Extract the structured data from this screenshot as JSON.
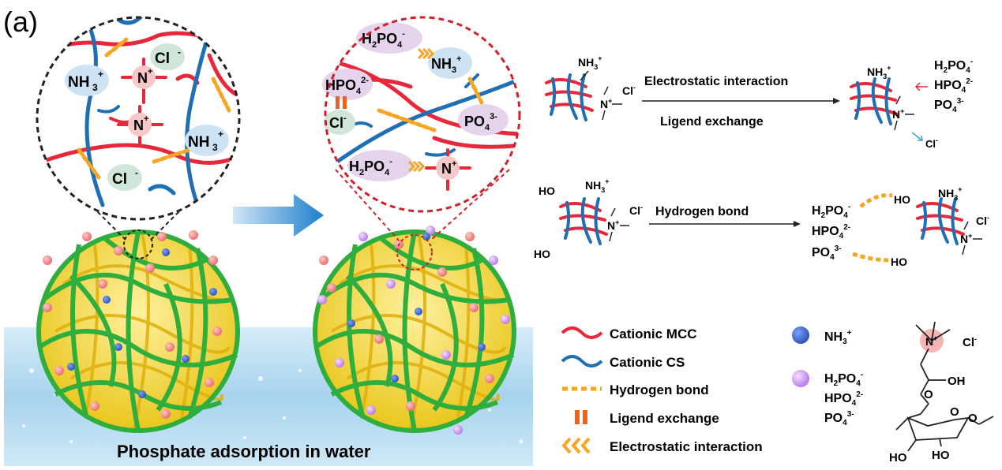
{
  "panel_label": "(a)",
  "caption": "Phosphate adsorption in water",
  "zoom_left": {
    "chloride_top": "Cl",
    "chloride_bottom": "Cl",
    "ammonium_left": "NH",
    "ammonium_right": "NH",
    "quat_top": "N",
    "quat_mid": "N"
  },
  "zoom_right": {
    "h2po4_top": "H",
    "ammonium": "NH",
    "hpo4": "HPO",
    "chloride": "Cl",
    "po4": "PO",
    "h2po4_bottom": "H",
    "quat": "N"
  },
  "mechanisms": {
    "electrostatic": "Electrostatic interaction",
    "ligand": "Ligend exchange",
    "hbond": "Hydrogen bond"
  },
  "ions": {
    "h2po4": "H",
    "hpo4": "HPO",
    "po4": "PO",
    "cl": "Cl",
    "nh3": "NH",
    "ho": "HO"
  },
  "legend": {
    "items": [
      {
        "label": "Cationic MCC",
        "color": "#e8283a"
      },
      {
        "label": "Cationic CS",
        "color": "#1f6fb5"
      },
      {
        "label": "Hydrogen bond",
        "color": "#f5a623"
      },
      {
        "label": "Ligend exchange",
        "color": "#e8632a"
      },
      {
        "label": "Electrostatic interaction",
        "color": "#f5a623"
      }
    ],
    "nh3_label": "NH",
    "phosphate_labels": [
      "H",
      "HPO",
      "PO"
    ]
  },
  "structure": {
    "cl": "Cl",
    "oh": "OH",
    "o": "O",
    "ho1": "HO",
    "ho2": "HO",
    "n": "N"
  },
  "colors": {
    "mcc_red": "#e8283a",
    "cs_blue": "#1f6fb5",
    "hbond_orange": "#f5a623",
    "sphere_green": "#3cbf4a",
    "sphere_yellow": "#f2d229",
    "water": "#9fd0ea",
    "nh3_dot": "#3b63c9",
    "phosphate_dot": "#c98ff0",
    "quat_dot": "#f08a8a"
  }
}
